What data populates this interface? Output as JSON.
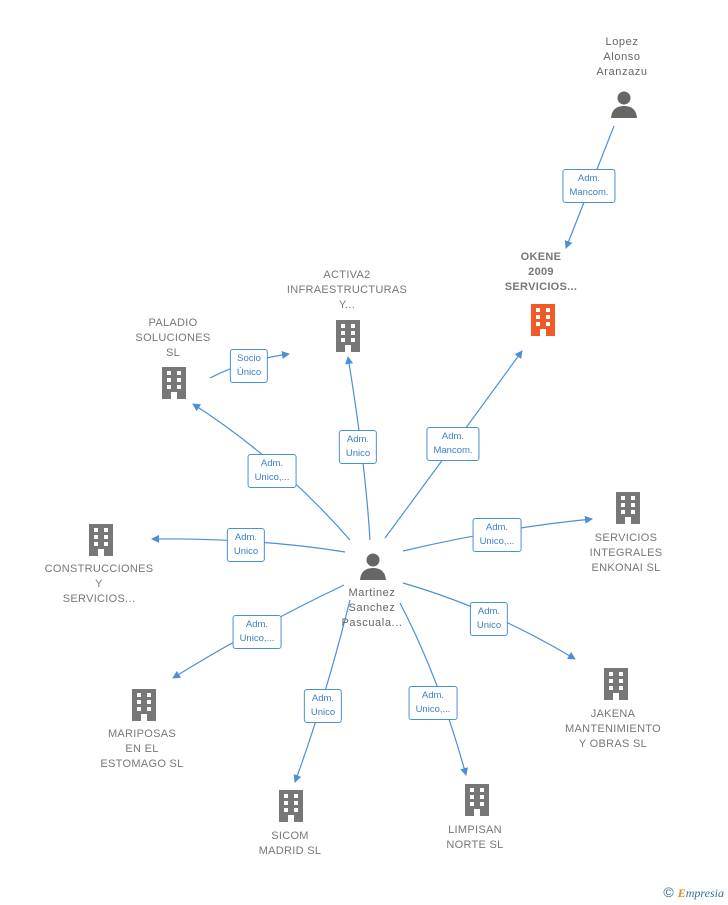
{
  "colors": {
    "edge": "#4a90d9",
    "building": "#777777",
    "highlight": "#f05a28",
    "person": "#666666"
  },
  "center": {
    "name": "Martinez\nSanchez\nPascuala...",
    "icon": "person-icon"
  },
  "top_person": {
    "name": "Lopez\nAlonso\nAranzazu",
    "icon": "person-icon"
  },
  "companies": {
    "okene": {
      "name": "OKENE\n2009\nSERVICIOS...",
      "icon": "building-icon",
      "highlight": true
    },
    "activa2": {
      "name": "ACTIVA2\nINFRAESTRUCTURAS\nY...",
      "icon": "building-icon"
    },
    "paladio": {
      "name": "PALADIO\nSOLUCIONES\nSL",
      "icon": "building-icon"
    },
    "construcciones": {
      "name": "CONSTRUCCIONES\nY\nSERVICIOS...",
      "icon": "building-icon"
    },
    "servicios_enkonai": {
      "name": "SERVICIOS\nINTEGRALES\nENKONAI  SL",
      "icon": "building-icon"
    },
    "jakena": {
      "name": "JAKENA\nMANTENIMIENTO\nY OBRAS  SL",
      "icon": "building-icon"
    },
    "mariposas": {
      "name": "MARIPOSAS\nEN EL\nESTOMAGO  SL",
      "icon": "building-icon"
    },
    "sicom": {
      "name": "SICOM\nMADRID SL",
      "icon": "building-icon"
    },
    "limpisan": {
      "name": "LIMPISAN\nNORTE SL",
      "icon": "building-icon"
    }
  },
  "relations": {
    "lopez_okene": "Adm.\nMancom.",
    "paladio_activa2": "Socio\nÚnico",
    "center_activa2": "Adm.\nUnico",
    "center_okene": "Adm.\nMancom.",
    "center_paladio": "Adm.\nUnico,...",
    "center_construcciones": "Adm.\nUnico",
    "center_enkonai": "Adm.\nUnico,...",
    "center_jakena": "Adm.\nUnico",
    "center_mariposas": "Adm.\nUnico,...",
    "center_sicom": "Adm.\nUnico",
    "center_limpisan": "Adm.\nUnico,..."
  },
  "footer": {
    "symbol": "©",
    "brand_first": "E",
    "brand_rest": "mpresia"
  }
}
